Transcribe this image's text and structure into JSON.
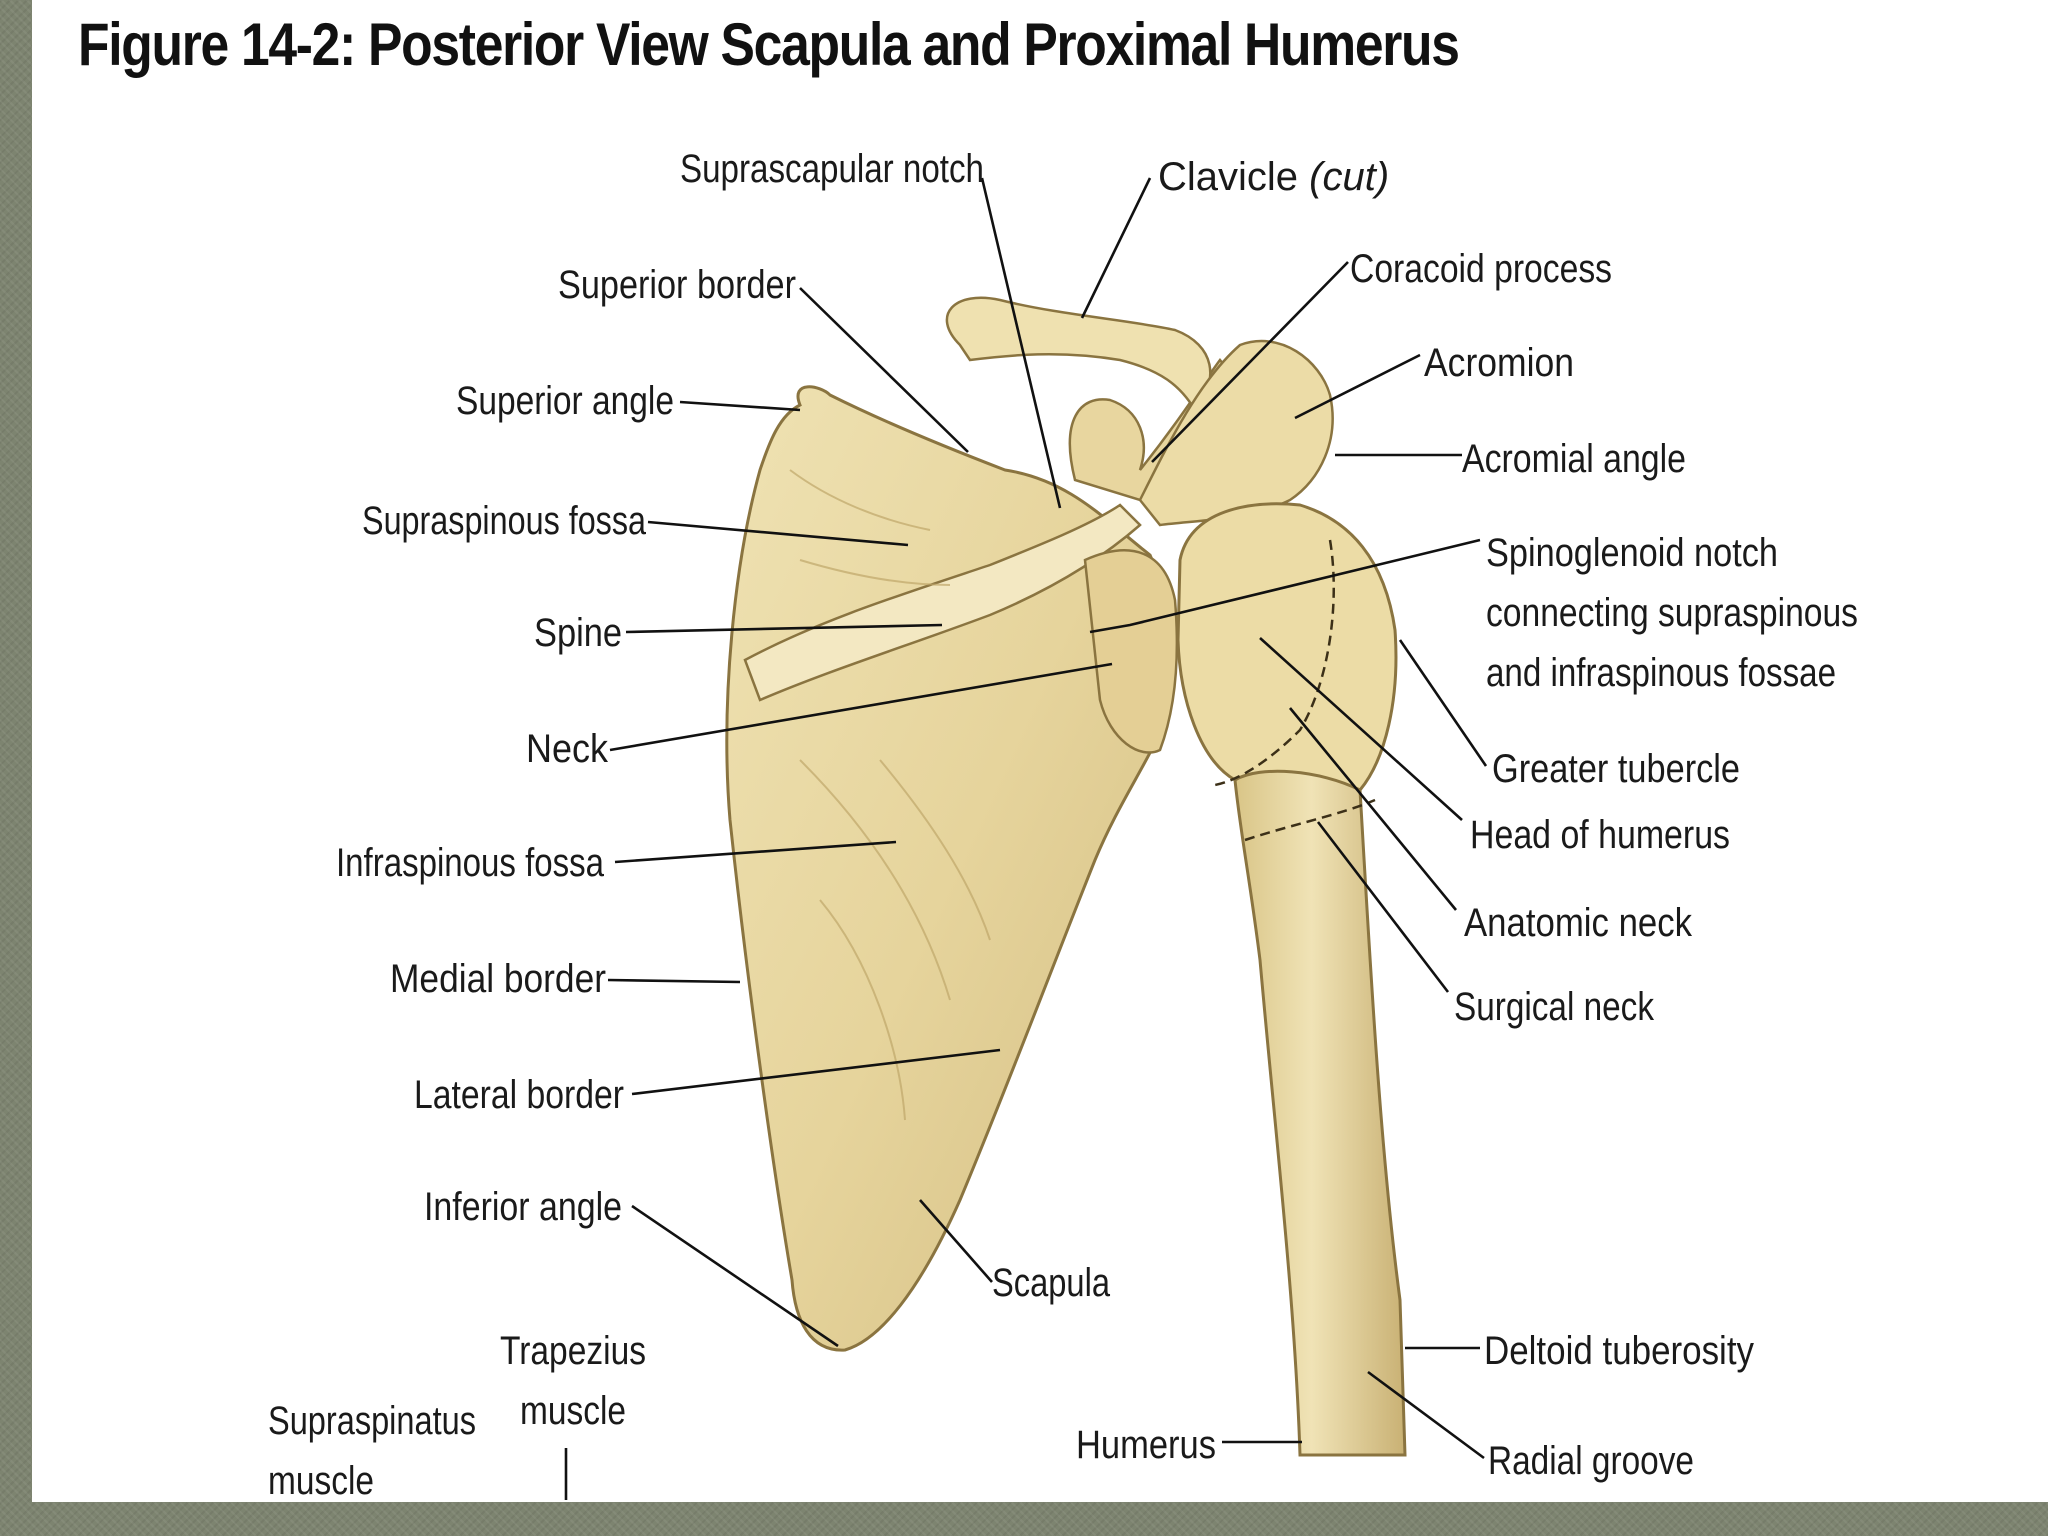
{
  "title": "Figure 14-2: Posterior View Scapula and Proximal Humerus",
  "colors": {
    "bone": "#e9d9a4",
    "bone_shadow": "#cdb77c",
    "background": "#7d8470"
  },
  "labels": {
    "suprascapular_notch": "Suprascapular notch",
    "clavicle": "Clavicle",
    "clavicle_cut": "(cut)",
    "superior_border": "Superior border",
    "coracoid_process": "Coracoid process",
    "superior_angle": "Superior angle",
    "acromion": "Acromion",
    "acromial_angle": "Acromial angle",
    "supraspinous_fossa": "Supraspinous fossa",
    "spinoglenoid_notch_1": "Spinoglenoid notch",
    "spinoglenoid_notch_2": "connecting supraspinous",
    "spinoglenoid_notch_3": "and infraspinous fossae",
    "spine": "Spine",
    "neck": "Neck",
    "greater_tubercle": "Greater tubercle",
    "head_of_humerus": "Head of humerus",
    "infraspinous_fossa": "Infraspinous fossa",
    "anatomic_neck": "Anatomic neck",
    "medial_border": "Medial border",
    "surgical_neck": "Surgical neck",
    "lateral_border": "Lateral border",
    "inferior_angle": "Inferior angle",
    "scapula": "Scapula",
    "trapezius_1": "Trapezius",
    "trapezius_2": "muscle",
    "deltoid_tuberosity": "Deltoid tuberosity",
    "supraspinatus_1": "Supraspinatus",
    "supraspinatus_2": "muscle",
    "humerus": "Humerus",
    "radial_groove": "Radial groove"
  }
}
